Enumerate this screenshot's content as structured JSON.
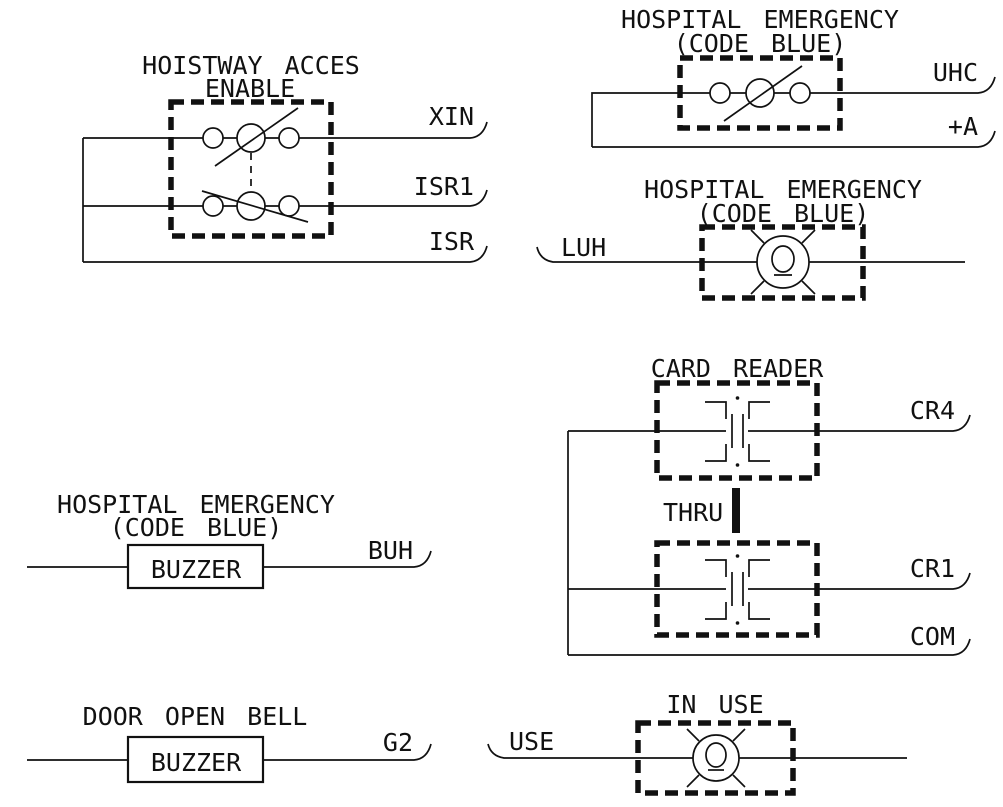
{
  "colors": {
    "line": "#111111",
    "background": "#ffffff"
  },
  "sections": {
    "hoistway_access": {
      "title_line1": "HOISTWAY ACCES",
      "title_line2": "ENABLE",
      "wire_labels": {
        "top": "XIN",
        "middle": "ISR1",
        "bottom": "ISR"
      }
    },
    "hospital_emergency_switch": {
      "title_line1": "HOSPITAL EMERGENCY",
      "title_line2": "(CODE BLUE)",
      "wire_labels": {
        "top": "UHC",
        "bottom": "+A"
      }
    },
    "hospital_emergency_lamp": {
      "title_line1": "HOSPITAL EMERGENCY",
      "title_line2": "(CODE BLUE)",
      "wire_label": "LUH"
    },
    "card_reader": {
      "title": "CARD READER",
      "thru_label": "THRU",
      "wire_labels": {
        "top": "CR4",
        "middle": "CR1",
        "bottom": "COM"
      }
    },
    "hospital_emergency_buzzer": {
      "title_line1": "HOSPITAL EMERGENCY",
      "title_line2": "(CODE BLUE)",
      "component_label": "BUZZER",
      "wire_label": "BUH"
    },
    "door_open_bell": {
      "title": "DOOR OPEN BELL",
      "component_label": "BUZZER",
      "wire_label": "G2"
    },
    "in_use_lamp": {
      "title": "IN USE",
      "wire_label": "USE"
    }
  }
}
